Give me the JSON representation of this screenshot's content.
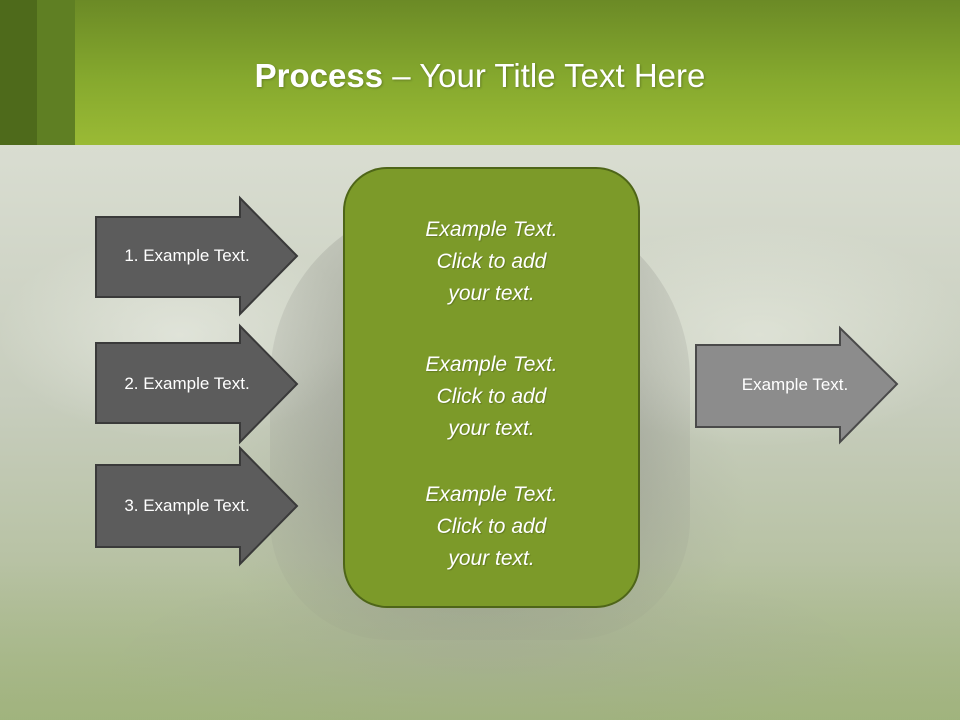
{
  "title": {
    "bold": "Process",
    "rest": " – Your Title Text Here"
  },
  "arrows": [
    {
      "label": "1. Example Text."
    },
    {
      "label": "2. Example Text."
    },
    {
      "label": "3. Example Text."
    }
  ],
  "center": {
    "paragraphs": [
      "Example Text.\nClick  to add\nyour text.",
      "Example Text.\nClick  to add\nyour text.",
      "Example Text.\nClick  to add\nyour text."
    ]
  },
  "output_arrow": {
    "label": "Example Text."
  },
  "colors": {
    "header_green": "#86a92e",
    "center_box": "#7c9a29",
    "dark_arrow": "#5c5c5c",
    "light_arrow": "#8c8c8c"
  }
}
